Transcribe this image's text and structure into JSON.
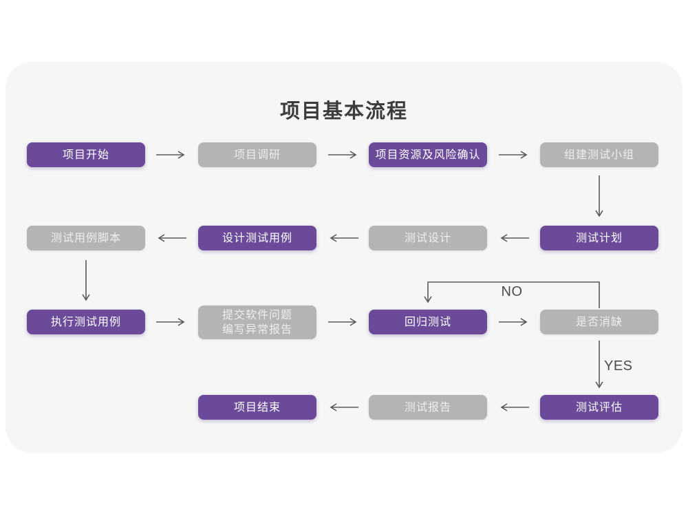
{
  "title": "项目基本流程",
  "colors": {
    "page-bg": "#ffffff",
    "card-bg": "#f6f6f7",
    "purple": "#6b4a9a",
    "gray": "#b4b3b6",
    "node-text": "#ffffff",
    "gray-node-text": "#eeedf0",
    "line": "#58585a",
    "title-text": "#3c3c3e",
    "label-text": "#4b4b4d"
  },
  "labels": {
    "no": "NO",
    "yes": "YES"
  },
  "nodes": [
    {
      "label": "项目开始",
      "variant": "purple"
    },
    {
      "label": "项目调研",
      "variant": "gray"
    },
    {
      "label": "项目资源及风险确认",
      "variant": "purple"
    },
    {
      "label": "组建测试小组",
      "variant": "gray"
    },
    {
      "label": "测试计划",
      "variant": "purple"
    },
    {
      "label": "测试设计",
      "variant": "gray"
    },
    {
      "label": "设计测试用例",
      "variant": "purple"
    },
    {
      "label": "测试用例脚本",
      "variant": "gray"
    },
    {
      "label": "执行测试用例",
      "variant": "purple"
    },
    {
      "label": "提交软件问题\n编写异常报告",
      "variant": "gray"
    },
    {
      "label": "回归测试",
      "variant": "purple"
    },
    {
      "label": "是否消缺",
      "variant": "gray"
    },
    {
      "label": "测试评估",
      "variant": "purple"
    },
    {
      "label": "测试报告",
      "variant": "gray"
    },
    {
      "label": "项目结束",
      "variant": "purple"
    }
  ]
}
